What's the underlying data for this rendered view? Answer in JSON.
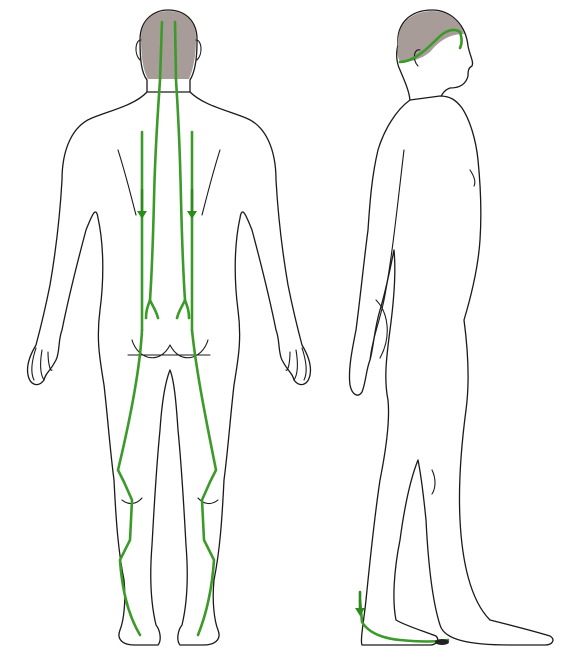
{
  "figure": {
    "views": [
      "back",
      "side"
    ],
    "colors": {
      "meridian": "#3c9a2a",
      "arrow": "#2f8a1e",
      "hair": "#a89c98",
      "outline": "#1a1a1a",
      "background": "#ffffff"
    },
    "back_view": {
      "meridian_lines": [
        "inner-left-back-line",
        "inner-right-back-line",
        "outer-left-back-line",
        "outer-right-back-line",
        "left-leg-line",
        "right-leg-line"
      ],
      "arrows": [
        "down-arrow-left",
        "down-arrow-right"
      ]
    },
    "side_view": {
      "meridian_lines": [
        "head-line",
        "foot-line"
      ],
      "arrows": [
        "down-arrow-ankle"
      ]
    }
  }
}
